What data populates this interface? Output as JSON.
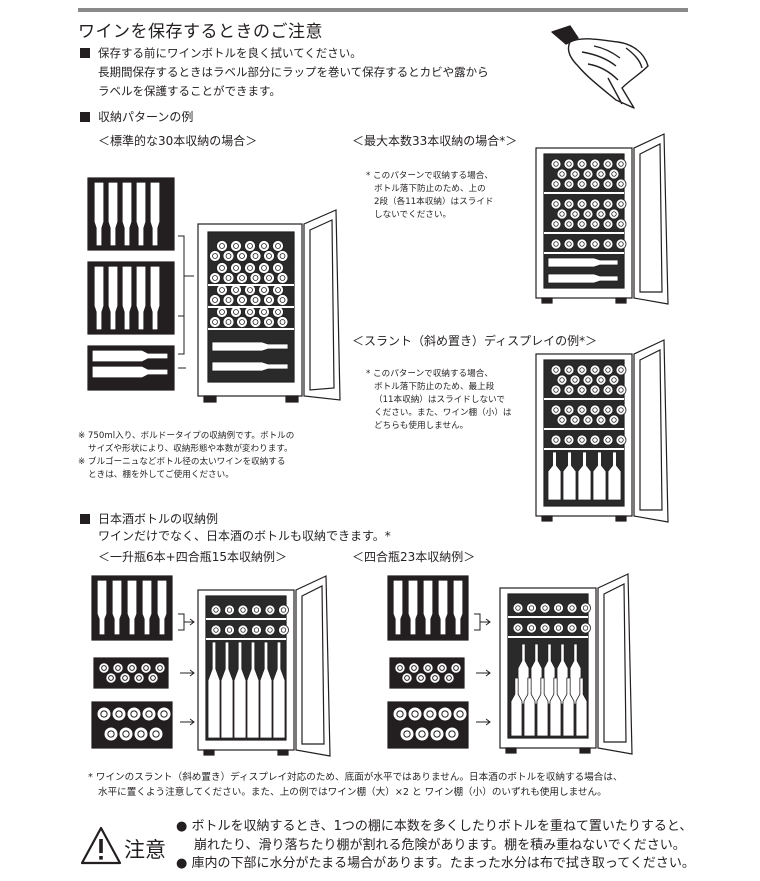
{
  "title": "ワインを保存するときのご注意",
  "wipe": {
    "line1": "保存する前にワインボトルを良く拭いてください。",
    "line2": "長期間保存するときはラベル部分にラップを巻いて保存するとカビや露から",
    "line3": "ラベルを保護することができます。"
  },
  "storage_heading": "収納パターンの例",
  "standard": {
    "caption": "＜標準的な30本収納の場合＞",
    "note1": "※ 750ml入り、ボルドータイプの収納例です。ボトルの",
    "note2": "サイズや形状により、収納形態や本数が変わります。",
    "note3": "※ ブルゴーニュなどボトル径の太いワインを収納する",
    "note4": "ときは、棚を外してご使用ください。"
  },
  "max": {
    "caption": "＜最大本数33本収納の場合*＞",
    "note1": "* このパターンで収納する場合、",
    "note2": "ボトル落下防止のため、上の",
    "note3": "2段（各11本収納）はスライド",
    "note4": "しないでください。"
  },
  "slant": {
    "caption": "＜スラント（斜め置き）ディスプレイの例*＞",
    "note1": "* このパターンで収納する場合、",
    "note2": "ボトル落下防止のため、最上段",
    "note3": "（11本収納）はスライドしないで",
    "note4": "ください。また、ワイン棚（小）は",
    "note5": "どちらも使用しません。"
  },
  "sake": {
    "heading": "日本酒ボトルの収納例",
    "subheading": "ワインだけでなく、日本酒のボトルも収納できます。*",
    "caption1": "＜一升瓶6本+四合瓶15本収納例＞",
    "caption2": "＜四合瓶23本収納例＞"
  },
  "footnote": {
    "line1": "* ワインのスラント（斜め置き）ディスプレイ対応のため、底面が水平ではありません。日本酒のボトルを収納する場合は、",
    "line2": "水平に置くよう注意してください。また、上の例ではワイン棚（大）×2 と ワイン棚（小）のいずれも使用しません。"
  },
  "caution": {
    "label": "注意",
    "line1": "● ボトルを収納するとき、1つの棚に本数を多くしたりボトルを重ねて置いたりすると、",
    "line2": "崩れたり、滑り落ちたり棚が割れる危険があります。棚を積み重ねないでください。",
    "line3": "● 庫内の下部に水分がたまる場合があります。たまった水分は布で拭き取ってください。"
  },
  "icons": [
    "warning-triangle-icon",
    "arrow-right-icon",
    "bracket-arrow-icon"
  ],
  "colors": {
    "ink": "#231f20",
    "fridge_dark": "#2a2a2a",
    "bar": "#8a8a8a"
  }
}
